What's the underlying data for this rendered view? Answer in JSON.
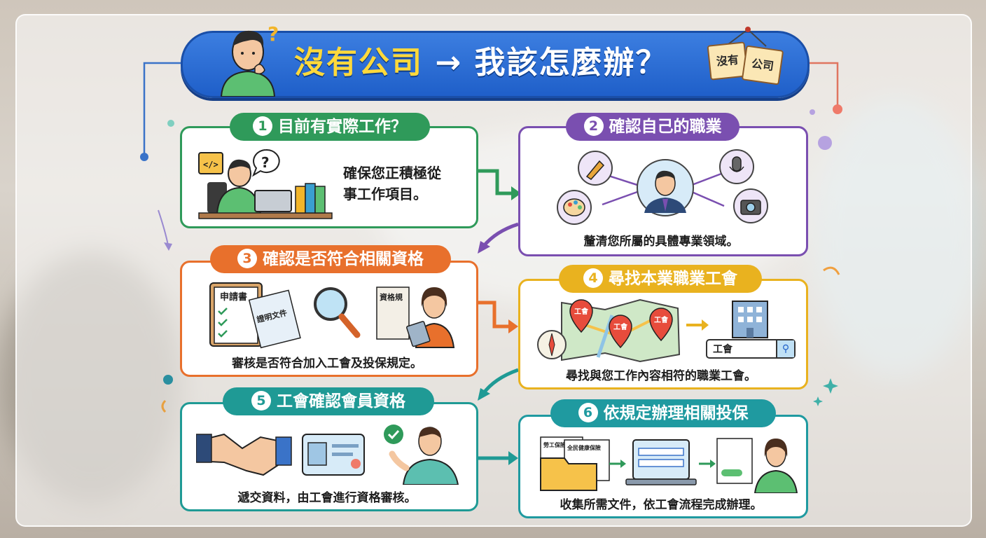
{
  "title": {
    "part1": "沒有公司",
    "arrow": "→",
    "part2": "我該怎麼辦？"
  },
  "sign": {
    "left": "沒有",
    "right": "公司"
  },
  "steps": [
    {
      "num": "1",
      "title": "目前有實際工作？",
      "desc": "確保您正積極從事工作項目。",
      "desc_line1": "確保您正積極從",
      "desc_line2": "事工作項目。",
      "color": "#2f9a5a"
    },
    {
      "num": "2",
      "title": "確認自己的職業",
      "desc": "釐清您所屬的具體專業領域。",
      "color": "#7a4fb0"
    },
    {
      "num": "3",
      "title": "確認是否符合相關資格",
      "desc": "審核是否符合加入工會及投保規定。",
      "color": "#e8702c",
      "doc1": "申請書",
      "doc2": "證明文件",
      "doc3": "資格規"
    },
    {
      "num": "4",
      "title": "尋找本業職業工會",
      "desc": "尋找與您工作內容相符的職業工會。",
      "color": "#e9b21f",
      "pin_label": "工會",
      "search_text": "工會"
    },
    {
      "num": "5",
      "title": "工會確認會員資格",
      "desc": "遞交資料，由工會進行資格審核。",
      "color": "#1f9a95"
    },
    {
      "num": "6",
      "title": "依規定辦理相關投保",
      "desc": "收集所需文件，依工會流程完成辦理。",
      "color": "#1f9aa0",
      "doc1": "勞工保險",
      "doc2": "全民健康保險"
    }
  ],
  "icons": [
    "code-icon",
    "question-icon",
    "pen-icon",
    "palette-icon",
    "microphone-icon",
    "camera-icon",
    "magnifier-icon",
    "compass-icon",
    "building-icon",
    "search-icon",
    "handshake-icon",
    "id-card-icon",
    "check-icon",
    "folder-icon",
    "laptop-icon"
  ]
}
